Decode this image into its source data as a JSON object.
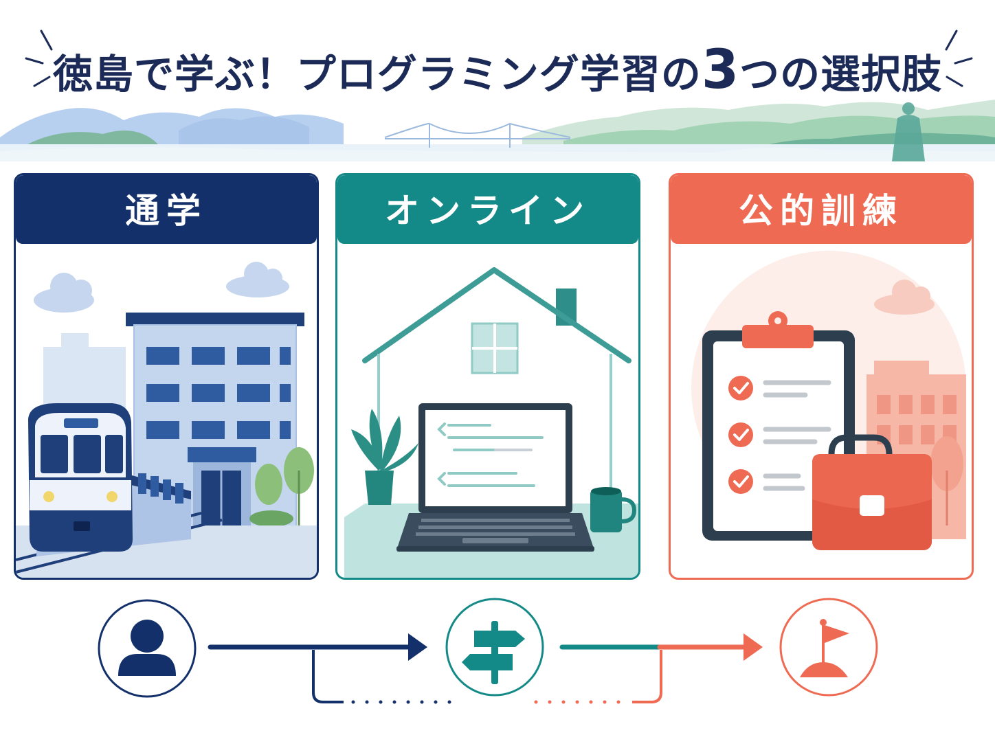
{
  "title": {
    "part1": "徳島で学ぶ！プログラミング学習の",
    "number": "3",
    "part2": "つの選択肢"
  },
  "colors": {
    "navy": "#13306b",
    "teal": "#138a87",
    "coral": "#ef6a52",
    "title_text": "#1b2a57"
  },
  "options": [
    {
      "label": "通学",
      "icon": "school-train-illustration",
      "color": "#13306b"
    },
    {
      "label": "オンライン",
      "icon": "home-laptop-illustration",
      "color": "#138a87"
    },
    {
      "label": "公的訓練",
      "icon": "checklist-briefcase-illustration",
      "color": "#ef6a52"
    }
  ],
  "flow": {
    "steps": [
      "person-icon",
      "signpost-icon",
      "goal-flag-icon"
    ]
  }
}
